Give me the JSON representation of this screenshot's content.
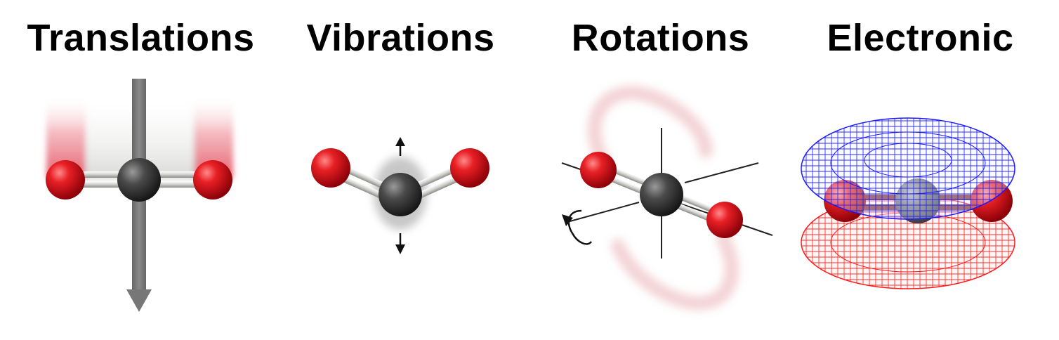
{
  "panels": [
    {
      "title": "Translations",
      "illustration": "co2-translation-motion"
    },
    {
      "title": "Vibrations",
      "illustration": "co2-bending-vibration"
    },
    {
      "title": "Rotations",
      "illustration": "co2-rotation-about-axis"
    },
    {
      "title": "Electronic",
      "illustration": "co2-orbital-wireframe"
    }
  ],
  "colors": {
    "oxygen": "#d8141c",
    "carbon": "#3c3c3c",
    "bond": "#c8c8c4",
    "arrow": "#777777",
    "orbital_positive": "#1a1aff",
    "orbital_negative": "#ff1a1a"
  }
}
